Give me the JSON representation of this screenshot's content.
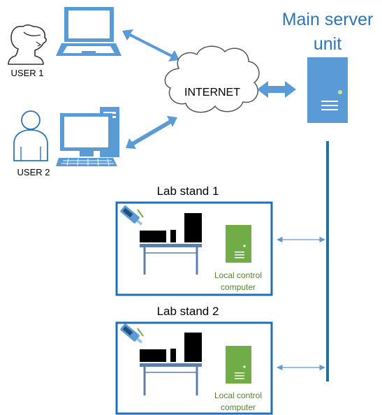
{
  "users": [
    {
      "label": "USER 1",
      "icon": "woman-user-icon",
      "device": "laptop-icon"
    },
    {
      "label": "USER 2",
      "icon": "person-user-icon",
      "device": "desktop-computer-icon"
    }
  ],
  "internet": {
    "label": "INTERNET",
    "icon": "cloud-icon"
  },
  "server": {
    "label_line1": "Main server",
    "label_line2": "unit",
    "icon": "server-tower-icon"
  },
  "lab_stands": [
    {
      "title": "Lab stand 1",
      "computer_label_line1": "Local control",
      "computer_label_line2": "computer"
    },
    {
      "title": "Lab stand 2",
      "computer_label_line1": "Local control",
      "computer_label_line2": "computer"
    }
  ],
  "colors": {
    "connector": "#5b9bd5",
    "server_fill": "#5b9bd5",
    "frame_border": "#1f6fb8",
    "bus_line": "#1f6fb8",
    "local_computer": "#70ad47",
    "local_label": "#548235",
    "server_label": "#2e75b6",
    "equipment_dark": "#000000",
    "table": "#5b7fa8"
  }
}
